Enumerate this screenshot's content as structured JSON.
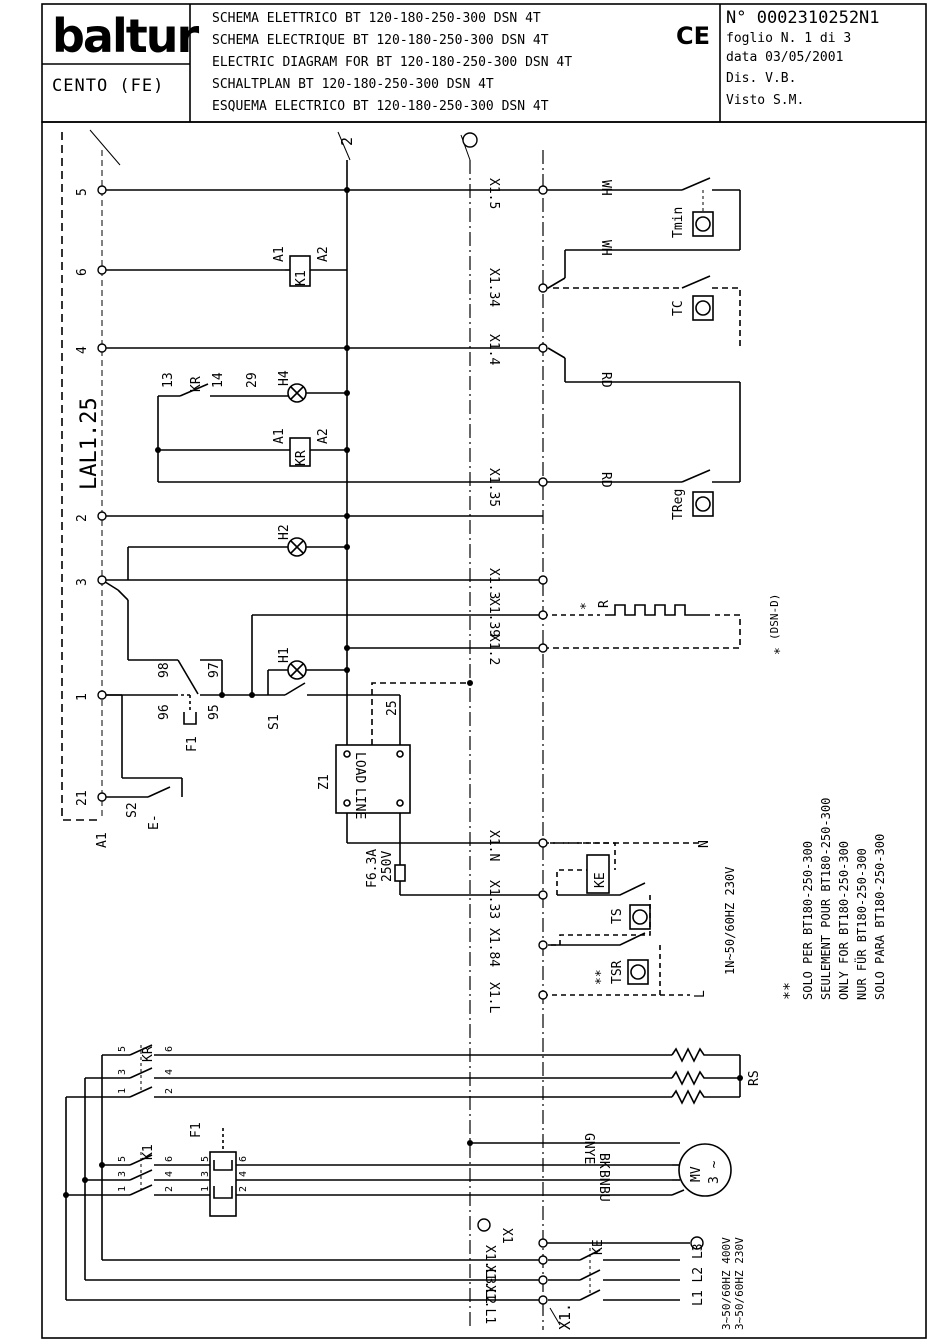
{
  "header": {
    "logo": "baltur",
    "city": "CENTO (FE)",
    "titles": [
      "SCHEMA ELETTRICO BT 120-180-250-300 DSN 4T",
      "SCHEMA ELECTRIQUE BT 120-180-250-300 DSN 4T",
      "ELECTRIC DIAGRAM FOR BT 120-180-250-300 DSN 4T",
      "SCHALTPLAN BT 120-180-250-300 DSN 4T",
      "ESQUEMA ELECTRICO BT 120-180-250-300 DSN 4T"
    ],
    "ce_mark": "CE",
    "number": "N° 0002310252N1",
    "sheet": "foglio N. 1 di 3",
    "date": "data 03/05/2001",
    "drawn": "Dis. V.B.",
    "checked": "Visto S.M."
  },
  "diagram": {
    "control_box": "LAL1.25",
    "control_box_ref": "A1",
    "box_terminals": [
      "5",
      "6",
      "4",
      "2",
      "3",
      "1",
      "21"
    ],
    "bus_label": "2",
    "x1_terminals": [
      "X1.5",
      "X1.34",
      "X1.4",
      "X1.35",
      "X1.3",
      "X1.39",
      "X1.2",
      "X1.N",
      "X1.33",
      "X1.84",
      "X1.L",
      "X1.L3",
      "X1.L2",
      "X1.L1",
      "X1"
    ],
    "x1_block": "X1.",
    "wires": [
      "WH",
      "WH",
      "RD",
      "RD"
    ],
    "thermostats": [
      "Tmin",
      "TC",
      "TReg",
      "TS",
      "TSR"
    ],
    "relays": [
      "K1",
      "KR",
      "KE"
    ],
    "coil_pins": [
      "A1",
      "A2"
    ],
    "kr_pins": [
      "13",
      "14",
      "29"
    ],
    "lamps": [
      "H4",
      "H2",
      "H1"
    ],
    "relay_pins": [
      "98",
      "97",
      "96",
      "95"
    ],
    "fuse_f1": "F1",
    "switch_s1": "S1",
    "switch_s2": "S2",
    "s2_mark": "E-",
    "pin_25": "25",
    "ignition": "Z1",
    "ignition_load": "LOAD",
    "ignition_line": "LINE",
    "fuse_rating": [
      "F6.3A",
      "250V"
    ],
    "heater_label": "R",
    "heater_note": "(DSN-D)",
    "star": "*",
    "n_label": "N",
    "l_label": "L",
    "supply_1ph": "1N~50/60HZ 230V",
    "double_star": "**",
    "notes": [
      "SOLO PER BT180-250-300",
      "SEULEMENT POUR BT180-250-300",
      "ONLY FOR BT180-250-300",
      "NUR FÜR BT180-250-300",
      "SOLO PARA BT180-250-300"
    ],
    "resistors": "RS",
    "motor": "MV",
    "motor_phase": "3 ~",
    "motor_wires": [
      "GNYE",
      "BK",
      "BN",
      "BU"
    ],
    "contact_pins": [
      "5",
      "6",
      "3",
      "4",
      "1",
      "2"
    ],
    "phase_labels": "L1 L2 L3",
    "supply_3ph": [
      "3~50/60HZ 400V",
      "3~50/60HZ 230V"
    ]
  }
}
